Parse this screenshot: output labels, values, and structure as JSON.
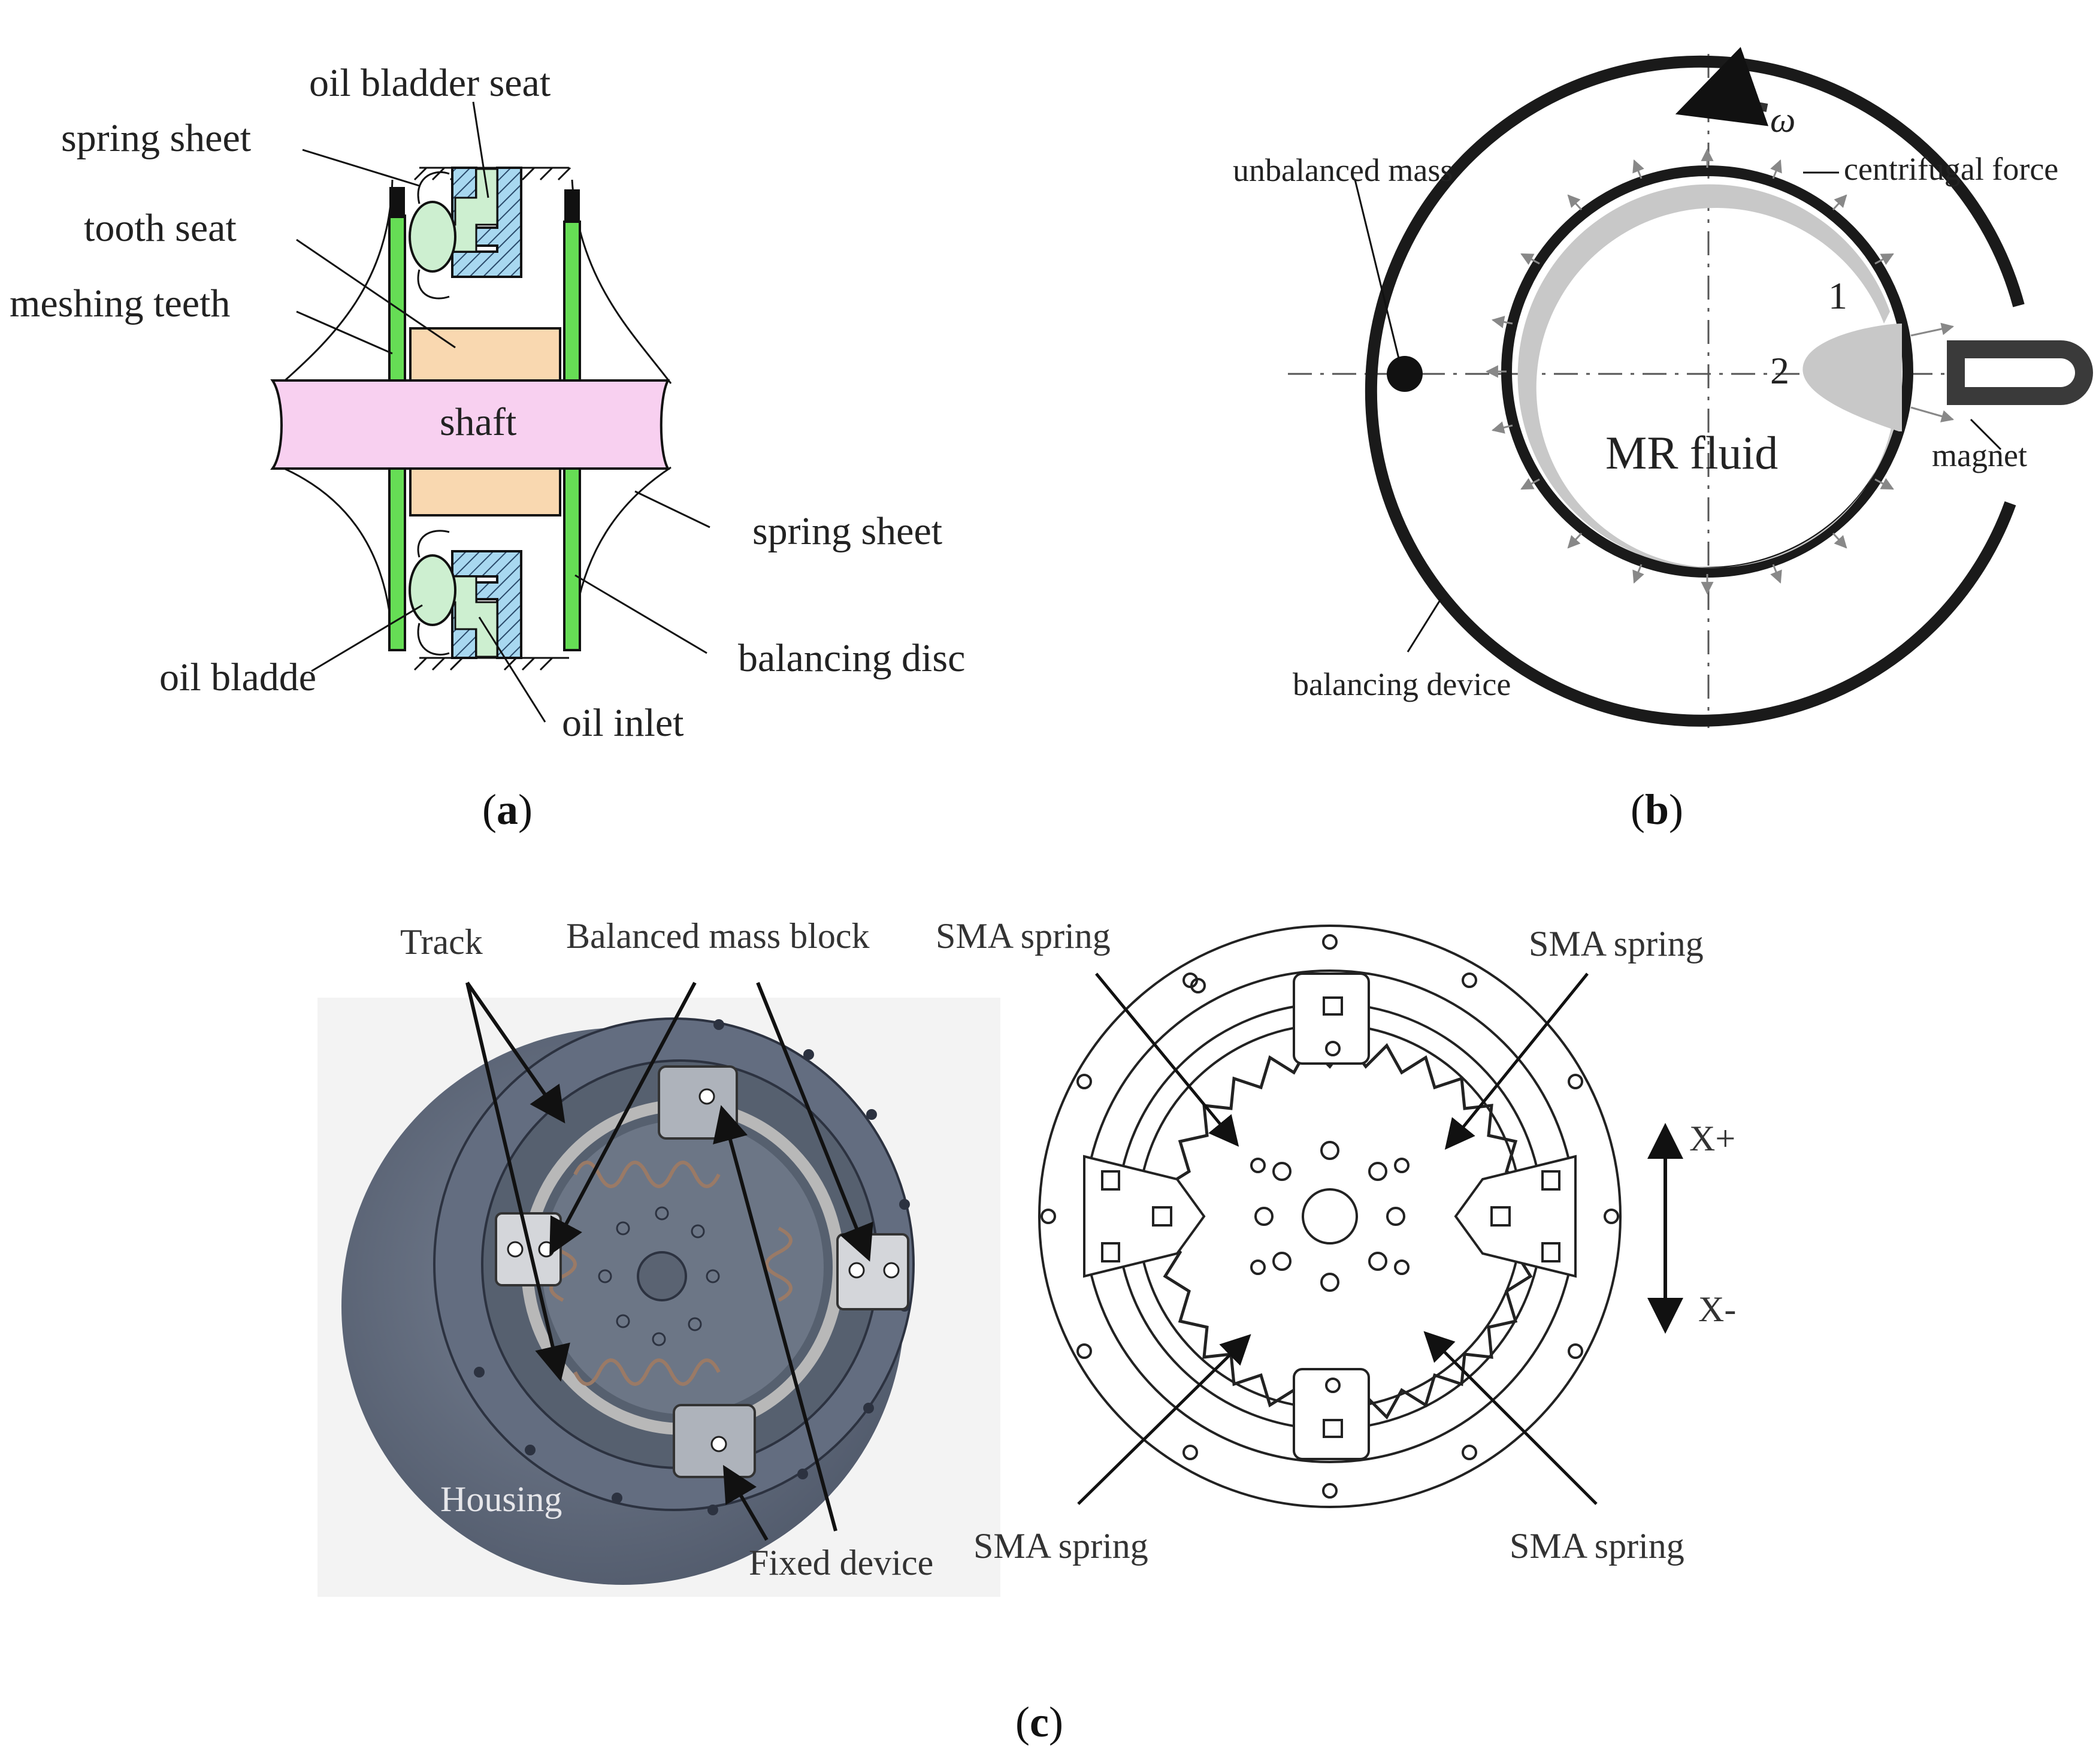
{
  "panels": {
    "a": {
      "caption_open": "(",
      "caption_letter": "a",
      "caption_close": ")",
      "labels": {
        "oil_bladder_seat": "oil bladder seat",
        "spring_sheet_top": "spring sheet",
        "tooth_seat": "tooth seat",
        "meshing_teeth": "meshing teeth",
        "shaft": "shaft",
        "spring_sheet_right": "spring sheet",
        "balancing_disc": "balancing disc",
        "oil_bladde": "oil bladde",
        "oil_inlet": "oil inlet"
      }
    },
    "b": {
      "caption_open": "(",
      "caption_letter": "b",
      "caption_close": ")",
      "labels": {
        "omega": "ω",
        "unbalanced_mass": "unbalanced mass",
        "centrifugal_force": "centrifugal force",
        "point_1": "1",
        "point_2": "2",
        "mr_fluid": "MR fluid",
        "magnet": "magnet",
        "balancing_device": "balancing device"
      }
    },
    "c": {
      "caption_open": "(",
      "caption_letter": "c",
      "caption_close": ")",
      "labels": {
        "track": "Track",
        "balanced_mass_block": "Balanced mass block",
        "sma_spring_top_left": "SMA spring",
        "sma_spring_top_right": "SMA spring",
        "x_plus": "X+",
        "x_minus": "X-",
        "housing": "Housing",
        "fixed_device": "Fixed device",
        "sma_spring_bottom_left": "SMA spring",
        "sma_spring_bottom_right": "SMA spring"
      }
    }
  },
  "colors": {
    "shaft": "#F8D0F0",
    "tooth_seat": "#F9D8B0",
    "disc": "#66DD55",
    "bladder": "#CDEFD0",
    "seat_hatch": "#A8D8F0",
    "mr_fluid": "#C8C8C8",
    "housing": "#5C6678",
    "track": "#B8B8B8",
    "ink": "#111111"
  }
}
